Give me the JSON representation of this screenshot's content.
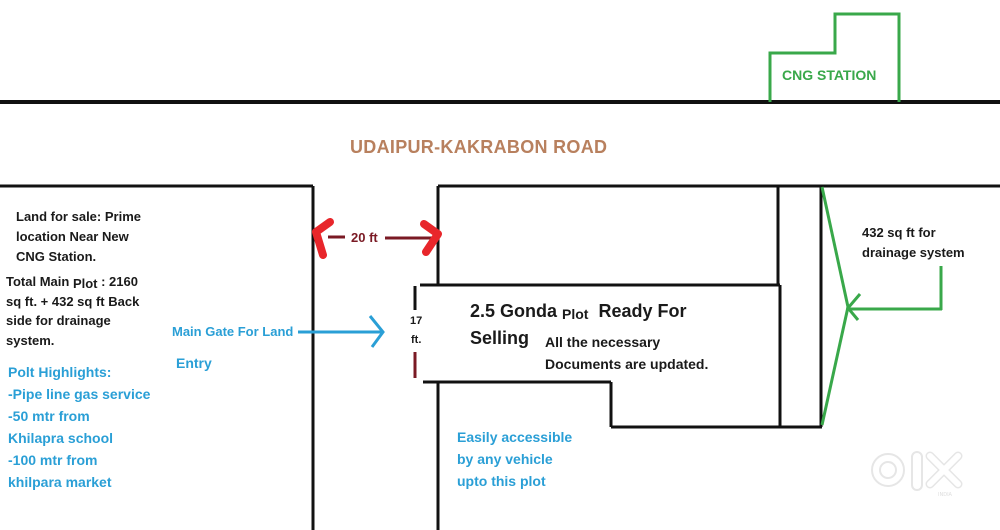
{
  "road": {
    "label": "UDAIPUR-KAKRABON ROAD",
    "color": "#b8805e"
  },
  "cng_station": {
    "label": "CNG STATION",
    "color": "#39a84a"
  },
  "left_panel": {
    "intro_lines": [
      "Land for sale: Prime",
      "location Near New",
      "CNG Station."
    ],
    "total_line1_a": "Total Main ",
    "total_line1_sub": "Plot",
    "total_line1_b": " : 2160",
    "total_lines_rest": [
      "sq ft. + 432 sq ft Back",
      "side for drainage",
      "system."
    ],
    "highlights_title": "Polt Highlights:",
    "highlights": [
      "-Pipe line gas service",
      "-50 mtr from",
      "Khilapra school",
      "-100 mtr from",
      "khilpara market"
    ]
  },
  "gate": {
    "label": "Main Gate For Land",
    "label2": "Entry",
    "color": "#2a9fd6"
  },
  "dimensions": {
    "width_label": "20 ft",
    "gate_width_top": "17",
    "gate_width_bottom": "ft.",
    "arrow_color": "#e8262b",
    "dim_line_color": "#7a1a24"
  },
  "plot": {
    "title_a": "2.5 Gonda ",
    "title_sub": "Plot",
    "title_b": "  Ready For",
    "title_line2": "Selling",
    "docs_lines": [
      "All the necessary",
      "Documents are updated."
    ]
  },
  "access": {
    "lines": [
      "Easily accessible",
      "by any vehicle",
      "upto this plot"
    ]
  },
  "drainage": {
    "lines": [
      "432 sq ft for",
      "drainage system"
    ],
    "color": "#39a84a"
  },
  "watermark": {
    "brand": "olx",
    "region": "INDIA"
  }
}
